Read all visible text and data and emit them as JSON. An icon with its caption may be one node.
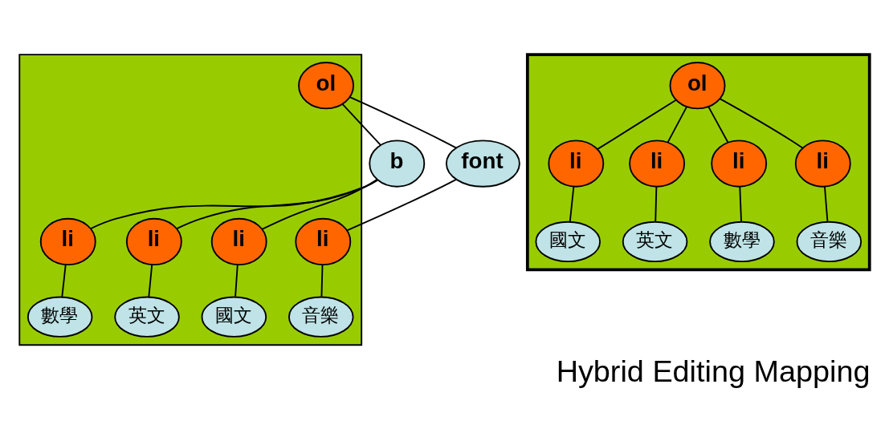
{
  "diagram": {
    "caption": "Hybrid Editing Mapping",
    "nodes": [
      {
        "text": [],
        "shape": "polygon"
      },
      {
        "text": [
          "ol"
        ],
        "in": 0
      },
      {
        "text": [
          "b"
        ]
      },
      {
        "text": [
          "font"
        ]
      },
      {
        "text": [
          "li"
        ],
        "in": 0
      },
      {
        "text": [
          "li"
        ],
        "in": 0
      },
      {
        "text": [
          "li"
        ],
        "in": 0
      },
      {
        "text": [
          "li"
        ],
        "in": 0
      },
      {
        "text": [
          "國文"
        ],
        "in": 0
      },
      {
        "text": [
          "英文"
        ],
        "in": 0
      },
      {
        "text": [
          "數學"
        ],
        "in": 0
      },
      {
        "text": [
          "音樂"
        ],
        "in": 0
      },
      {
        "text": [],
        "shape": "pentagon"
      },
      {
        "text": [
          "ol"
        ],
        "in": 12
      },
      {
        "text": [
          "li"
        ],
        "in": 12
      },
      {
        "text": [
          "li"
        ],
        "in": 12
      },
      {
        "text": [
          "li"
        ],
        "in": 12
      },
      {
        "text": [
          "li"
        ],
        "in": 12
      },
      {
        "text": [
          "國文"
        ],
        "in": 12
      },
      {
        "text": [
          "英文"
        ],
        "in": 12
      },
      {
        "text": [
          "數學"
        ],
        "in": 12
      },
      {
        "text": [
          "音樂"
        ],
        "in": 12
      }
    ],
    "edges": [
      {
        "from": 1,
        "to": 2,
        "arrow": "none"
      },
      {
        "from": 1,
        "to": 3,
        "arrow": "none"
      },
      {
        "from": 2,
        "to": 4,
        "arrow": "none"
      },
      {
        "from": 2,
        "to": 5,
        "arrow": "none"
      },
      {
        "from": 2,
        "to": 6,
        "arrow": "none"
      },
      {
        "from": 3,
        "to": 7,
        "arrow": "none"
      },
      {
        "from": 4,
        "to": 8,
        "arrow": "none"
      },
      {
        "from": 5,
        "to": 9,
        "arrow": "none"
      },
      {
        "from": 6,
        "to": 10,
        "arrow": "none"
      },
      {
        "from": 7,
        "to": 11,
        "arrow": "none"
      },
      {
        "from": 13,
        "to": 14,
        "arrow": "none"
      },
      {
        "from": 13,
        "to": 15,
        "arrow": "none"
      },
      {
        "from": 13,
        "to": 16,
        "arrow": "none"
      },
      {
        "from": 13,
        "to": 17,
        "arrow": "none"
      },
      {
        "from": 14,
        "to": 18,
        "arrow": "none"
      },
      {
        "from": 15,
        "to": 19,
        "arrow": "none"
      },
      {
        "from": 16,
        "to": 20,
        "arrow": "none"
      },
      {
        "from": 17,
        "to": 21,
        "arrow": "none"
      }
    ]
  }
}
